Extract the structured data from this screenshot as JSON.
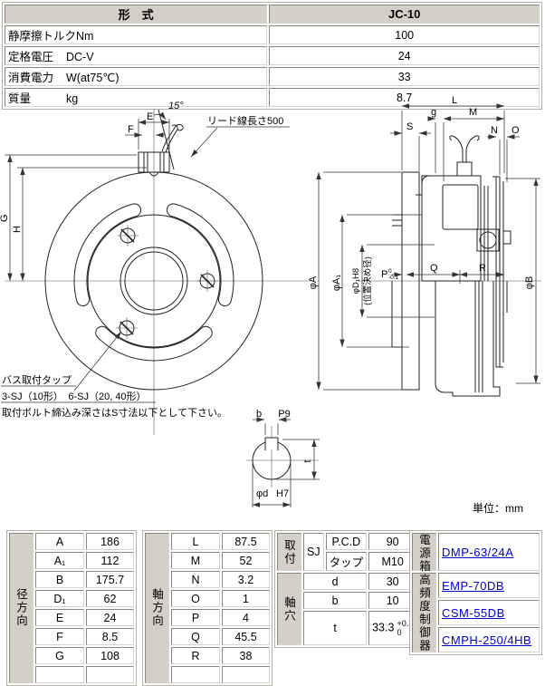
{
  "spec": {
    "header": {
      "model_label": "形　式",
      "model_value": "JC-10"
    },
    "rows": [
      {
        "label": "静摩擦トルク",
        "unit": "Nm",
        "value": "100"
      },
      {
        "label": "定格電圧",
        "unit": "DC-V",
        "value": "24"
      },
      {
        "label": "消費電力",
        "unit": "W(at75℃)",
        "value": "33"
      },
      {
        "label": "質量",
        "unit": "kg",
        "value": "8.7"
      }
    ]
  },
  "drawing": {
    "front": {
      "angle": "15°",
      "lead_wire": "リード線長さ500",
      "dim_e": "E",
      "dim_f": "F",
      "dim_g": "G",
      "dim_h": "H",
      "tap_title": "バス取付タップ",
      "tap_detail": "3-SJ（10形）　6-SJ（20, 40形）",
      "note": "取付ボルト締込み深さはS寸法以下として下さい。"
    },
    "side": {
      "dim_l": "L",
      "dim_g2": "g",
      "dim_m": "M",
      "dim_n": "N",
      "dim_o": "O",
      "dim_s": "S",
      "phi_a": "φA",
      "phi_a1": "φA₁",
      "phi_d": "φD₁H8",
      "phi_d_note": "(位置決め径)",
      "dim_p": "P",
      "p_tol_up": "0",
      "p_tol_dn": "-0.1",
      "dim_q": "Q",
      "dim_r": "R",
      "phi_b": "φB"
    },
    "keyway": {
      "dim_b": "b",
      "tol_p9": "P9",
      "dim_t": "t",
      "phi_d_small": "φd",
      "fit_h7": "H7"
    },
    "unit_note": "単位：mm"
  },
  "dims": {
    "radial": {
      "group": "径方向",
      "rows": [
        {
          "n": "A",
          "v": "186"
        },
        {
          "n": "A₁",
          "v": "112"
        },
        {
          "n": "B",
          "v": "175.7"
        },
        {
          "n": "D₁",
          "v": "62"
        },
        {
          "n": "E",
          "v": "24"
        },
        {
          "n": "F",
          "v": "8.5"
        },
        {
          "n": "G",
          "v": "108"
        },
        {
          "n": "",
          "v": ""
        }
      ]
    },
    "axial": {
      "group": "軸方向",
      "rows": [
        {
          "n": "L",
          "v": "87.5"
        },
        {
          "n": "M",
          "v": "52"
        },
        {
          "n": "N",
          "v": "3.2"
        },
        {
          "n": "O",
          "v": "1"
        },
        {
          "n": "P",
          "v": "4"
        },
        {
          "n": "Q",
          "v": "45.5"
        },
        {
          "n": "R",
          "v": "38"
        },
        {
          "n": "",
          "v": ""
        }
      ]
    },
    "mount": {
      "group": "取付",
      "sj": "SJ",
      "rows": [
        {
          "n": "P.C.D",
          "v": "90"
        },
        {
          "n": "タップ",
          "v": "M10"
        }
      ]
    },
    "bore": {
      "group": "軸穴",
      "rows": [
        {
          "n": "d",
          "v": "30"
        },
        {
          "n": "b",
          "v": "10"
        }
      ],
      "t_row": {
        "n": "t",
        "v": "33.3",
        "tol_up": "+0.2",
        "tol_dn": "0"
      }
    },
    "links": {
      "power_group": "電源箱",
      "power_item": "DMP-63/24A",
      "controller_group": "高頻度制御器",
      "items": [
        "EMP-70DB",
        "CSM-55DB",
        "CMPH-250/4HB"
      ]
    }
  }
}
